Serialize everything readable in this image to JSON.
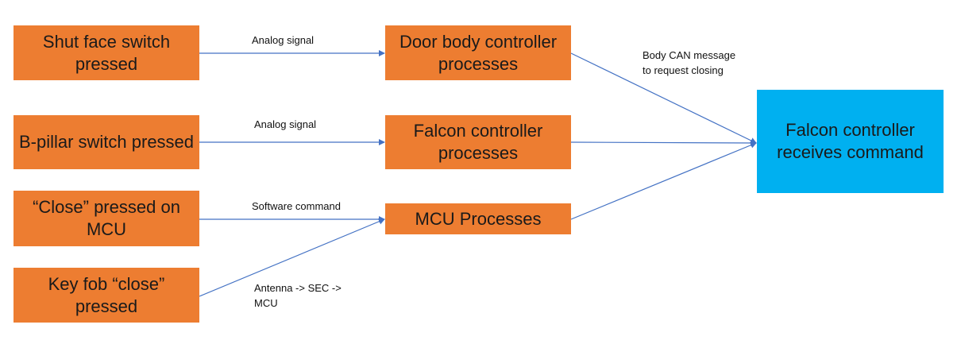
{
  "colors": {
    "source_box": "#ED7D31",
    "target_box": "#00B0F0",
    "connector": "#4472C4"
  },
  "sources": [
    {
      "id": "shut-face",
      "label": "Shut face switch pressed"
    },
    {
      "id": "b-pillar",
      "label": "B-pillar switch pressed"
    },
    {
      "id": "close-mcu",
      "label": "“Close” pressed on MCU"
    },
    {
      "id": "key-fob",
      "label": "Key fob “close” pressed"
    }
  ],
  "processors": [
    {
      "id": "door-body",
      "label": "Door body controller processes"
    },
    {
      "id": "falcon-proc",
      "label": "Falcon controller processes"
    },
    {
      "id": "mcu",
      "label": "MCU Processes"
    }
  ],
  "target": {
    "id": "falcon-recv",
    "label": "Falcon controller receives command"
  },
  "edge_labels": {
    "shut_to_door": "Analog signal",
    "bpillar_to_falcon": "Analog signal",
    "close_to_mcu": "Software command",
    "fob_to_mcu_line1": "Antenna -> SEC ->",
    "fob_to_mcu_line2": "MCU",
    "door_to_target_line1": "Body CAN message",
    "door_to_target_line2": "to request closing"
  },
  "edges": [
    {
      "from": "shut-face",
      "to": "door-body"
    },
    {
      "from": "b-pillar",
      "to": "falcon-proc"
    },
    {
      "from": "close-mcu",
      "to": "mcu"
    },
    {
      "from": "key-fob",
      "to": "mcu"
    },
    {
      "from": "door-body",
      "to": "falcon-recv"
    },
    {
      "from": "falcon-proc",
      "to": "falcon-recv"
    },
    {
      "from": "mcu",
      "to": "falcon-recv"
    }
  ]
}
